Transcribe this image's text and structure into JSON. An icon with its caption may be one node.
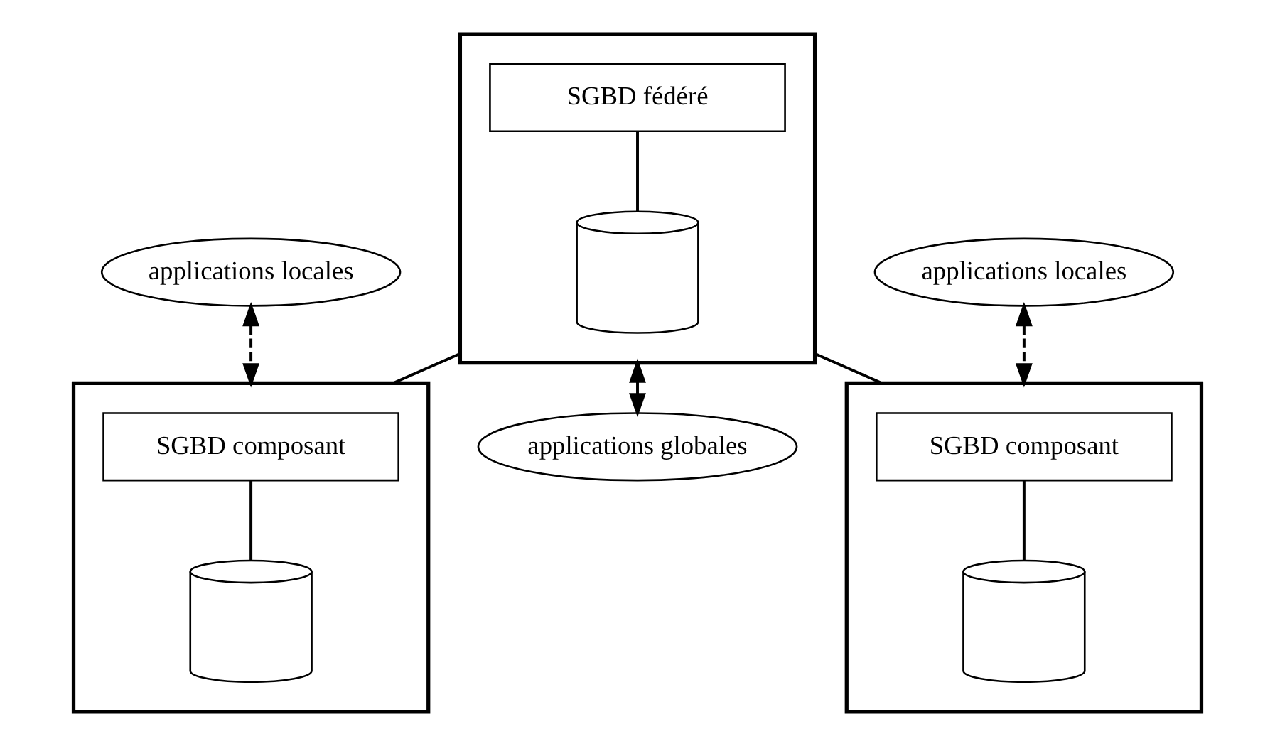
{
  "diagram": {
    "nodes": [
      {
        "text": [],
        "shape": "box"
      },
      {
        "text": [
          "SGBD fédéré"
        ],
        "in": 0
      },
      {
        "text": [],
        "shape": "cylinder",
        "in": 0
      },
      {
        "text": [
          "applications globales"
        ]
      },
      {
        "text": [
          "applications locales"
        ]
      },
      {
        "text": [
          "applications locales"
        ]
      },
      {
        "text": [],
        "shape": "box"
      },
      {
        "text": [
          "SGBD composant"
        ],
        "in": 6
      },
      {
        "text": [],
        "shape": "cylinder",
        "in": 6
      },
      {
        "text": [],
        "shape": "box"
      },
      {
        "text": [
          "SGBD composant"
        ],
        "in": 9
      },
      {
        "text": [],
        "shape": "cylinder",
        "in": 9
      }
    ],
    "edges": [
      {
        "from": 1,
        "to": 2,
        "arrow": "none"
      },
      {
        "from": 0,
        "to": 3,
        "arrow": "both"
      },
      {
        "from": 0,
        "to": 6,
        "arrow": "none"
      },
      {
        "from": 0,
        "to": 9,
        "arrow": "none"
      },
      {
        "from": 4,
        "to": 6,
        "arrow": "both",
        "style": "dashed"
      },
      {
        "from": 5,
        "to": 9,
        "arrow": "both",
        "style": "dashed"
      },
      {
        "from": 7,
        "to": 8,
        "arrow": "none"
      },
      {
        "from": 10,
        "to": 11,
        "arrow": "none"
      }
    ]
  }
}
